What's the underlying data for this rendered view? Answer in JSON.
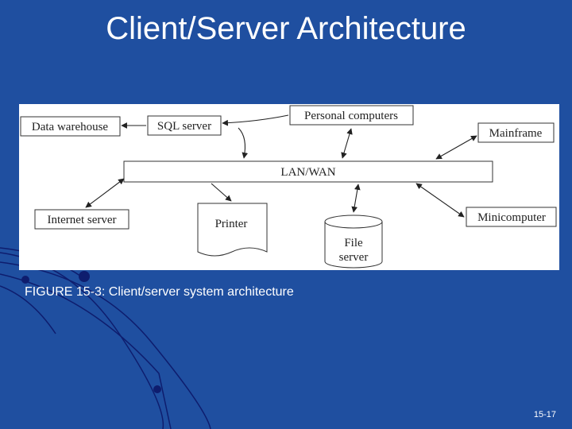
{
  "slide": {
    "title": "Client/Server Architecture",
    "caption": "FIGURE 15-3: Client/server system architecture",
    "page_number": "15-17"
  },
  "diagram": {
    "nodes": {
      "data_warehouse": "Data warehouse",
      "sql_server": "SQL server",
      "personal_computers": "Personal computers",
      "mainframe": "Mainframe",
      "lan_wan": "LAN/WAN",
      "internet_server": "Internet server",
      "printer": "Printer",
      "file_server_line1": "File",
      "file_server_line2": "server",
      "minicomputer": "Minicomputer"
    },
    "edges": [
      {
        "from": "sql_server",
        "to": "data_warehouse",
        "arrow": "single"
      },
      {
        "from": "personal_computers",
        "to": "sql_server",
        "arrow": "single"
      },
      {
        "from": "sql_server",
        "to": "lan_wan",
        "arrow": "single"
      },
      {
        "from": "personal_computers",
        "to": "lan_wan",
        "arrow": "both"
      },
      {
        "from": "mainframe",
        "to": "lan_wan",
        "arrow": "both"
      },
      {
        "from": "internet_server",
        "to": "lan_wan",
        "arrow": "both"
      },
      {
        "from": "lan_wan",
        "to": "printer",
        "arrow": "single"
      },
      {
        "from": "file_server",
        "to": "lan_wan",
        "arrow": "both"
      },
      {
        "from": "minicomputer",
        "to": "lan_wan",
        "arrow": "both"
      }
    ]
  },
  "colors": {
    "background": "#1f4fa0",
    "decoration": "#0e1d6e",
    "diagram_background": "#ffffff",
    "text": "#ffffff"
  }
}
